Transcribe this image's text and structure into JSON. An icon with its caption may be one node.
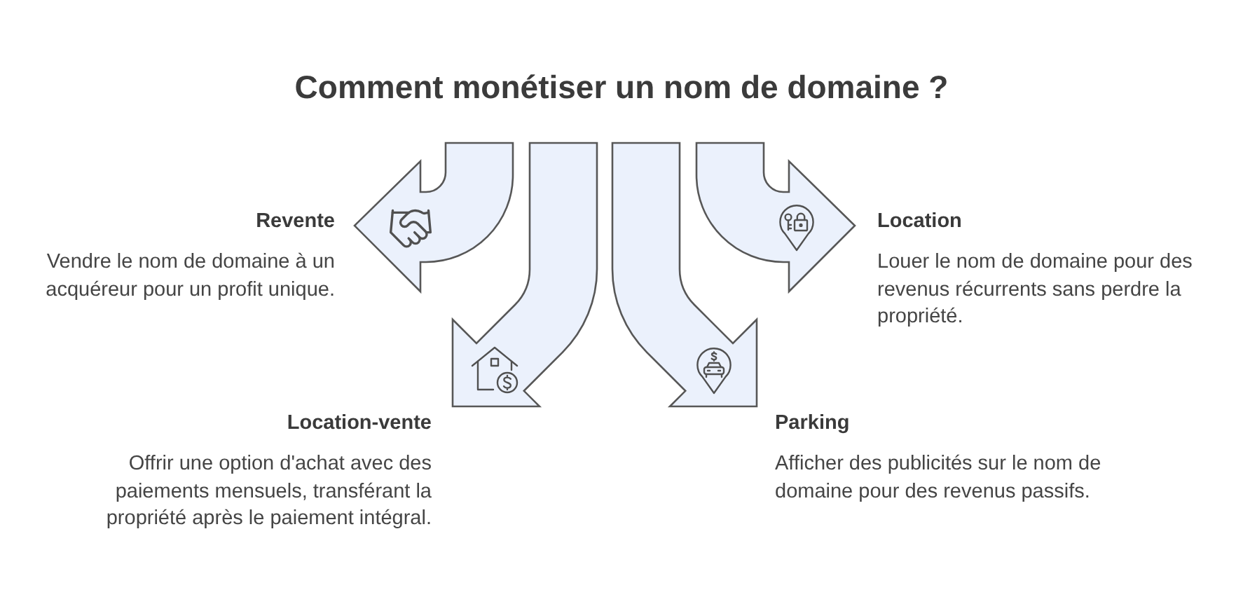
{
  "diagram": {
    "title": "Comment monétiser un nom de domaine ?",
    "nodes": [
      {
        "text": [
          "Revente",
          "Vendre le nom de domaine à un acquéreur pour un profit unique."
        ]
      },
      {
        "text": [
          "Location",
          "Louer le nom de domaine pour des revenus récurrents sans perdre la propriété."
        ]
      },
      {
        "text": [
          "Location-vente",
          "Offrir une option d'achat avec des paiements mensuels, transférant la propriété après le paiement intégral."
        ]
      },
      {
        "text": [
          "Parking",
          "Afficher des publicités sur le nom de domaine pour des revenus passifs."
        ]
      }
    ],
    "edges": [
      {
        "from": null,
        "to": 0,
        "arrow": "to"
      },
      {
        "from": null,
        "to": 1,
        "arrow": "to"
      },
      {
        "from": null,
        "to": 2,
        "arrow": "to"
      },
      {
        "from": null,
        "to": 3,
        "arrow": "to"
      }
    ]
  }
}
